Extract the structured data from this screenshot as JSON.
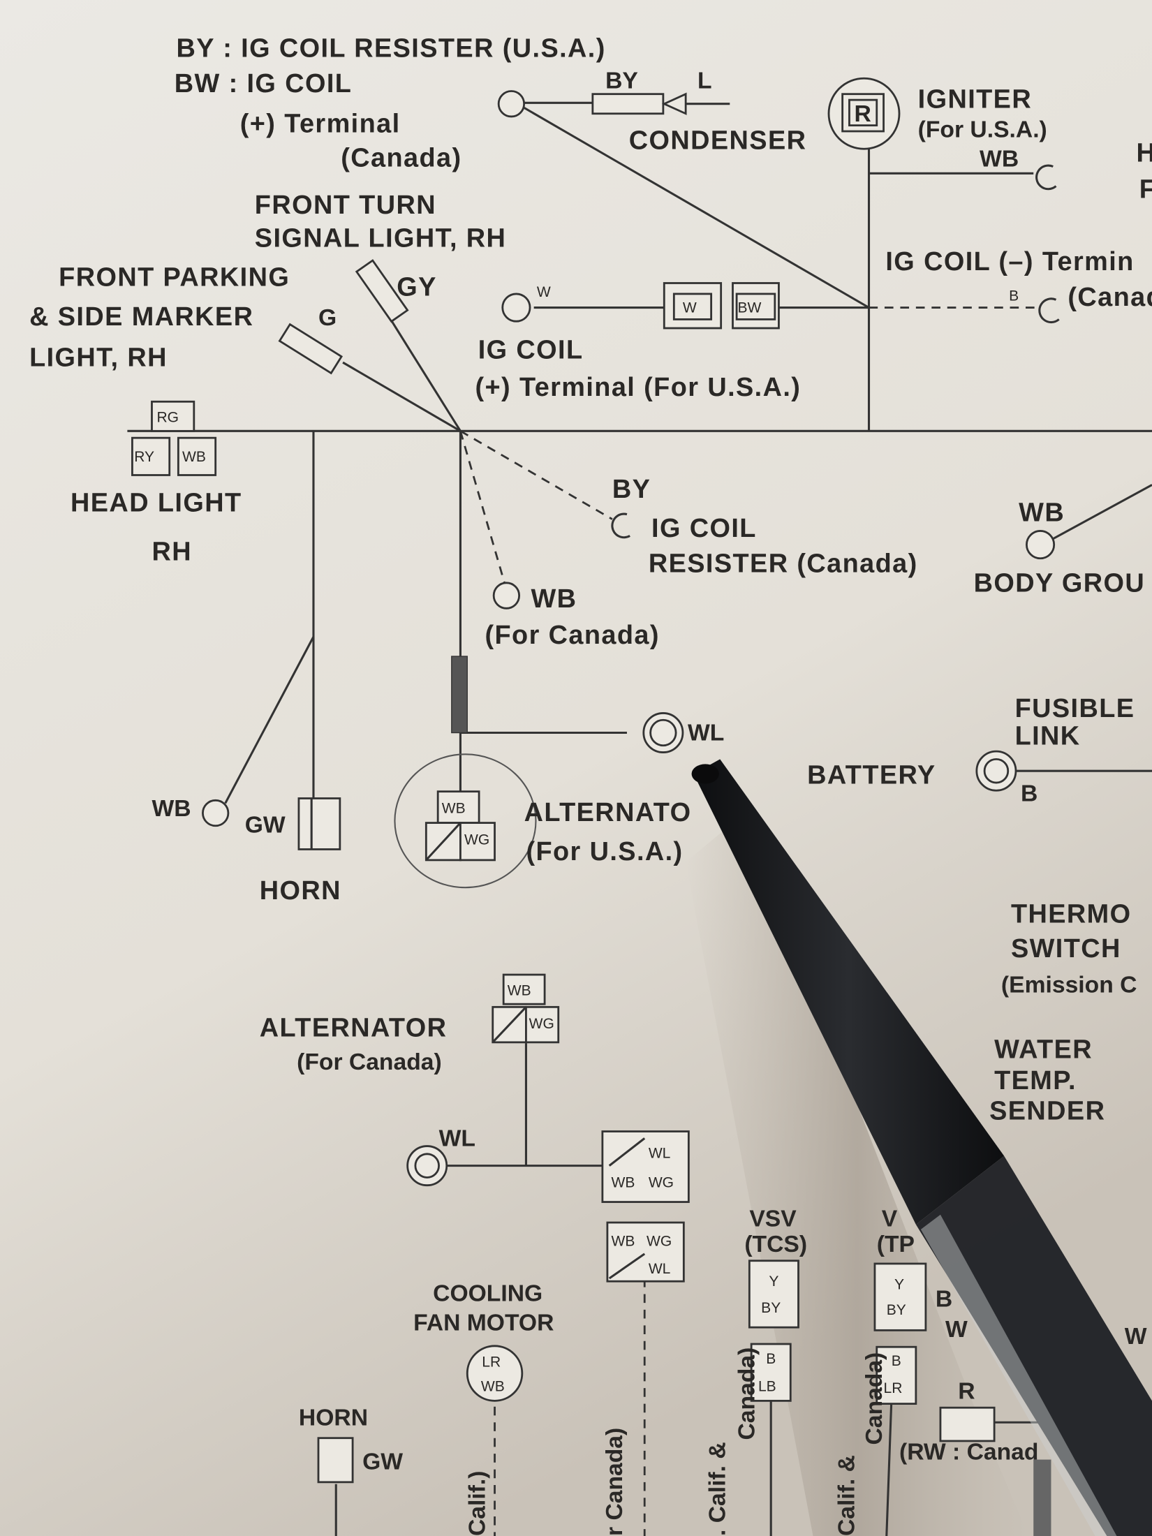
{
  "diagram": {
    "labels": {
      "by_resister_usa": "BY : IG COIL RESISTER (U.S.A.)",
      "bw_ig_coil": "BW : IG COIL",
      "plus_terminal": "(+) Terminal",
      "canada_paren": "(Canada)",
      "condenser": "CONDENSER",
      "by_top": "BY",
      "l_top": "L",
      "igniter": "IGNITER",
      "igniter_usa": "(For U.S.A.)",
      "wb_igniter": "WB",
      "r_igniter": "R",
      "front_turn_1": "FRONT TURN",
      "front_turn_2": "SIGNAL LIGHT, RH",
      "front_parking_1": "FRONT PARKING",
      "front_parking_2": "& SIDE MARKER",
      "front_parking_3": "LIGHT, RH",
      "gy": "GY",
      "g": "G",
      "w_coil": "W",
      "conn_w": "W",
      "conn_bw": "BW",
      "ig_coil": "IG COIL",
      "ig_coil_plus_usa": "(+) Terminal (For U.S.A.)",
      "ig_coil_minus": "IG COIL (–) Termin",
      "b_minus": "B",
      "canad": "(Canad",
      "rg": "RG",
      "ry": "RY",
      "wb_head": "WB",
      "head_light": "HEAD LIGHT",
      "rh": "RH",
      "by_mid": "BY",
      "ig_coil_resister": "IG COIL",
      "resister_canada": "RESISTER (Canada)",
      "wb_body": "WB",
      "body_ground": "BODY GROU",
      "wb_canada": "WB",
      "for_canada": "(For Canada)",
      "wl_term": "WL",
      "fusible_1": "FUSIBLE",
      "fusible_2": "LINK",
      "battery": "BATTERY",
      "b_batt": "B",
      "wb_horn": "WB",
      "gw_horn": "GW",
      "horn": "HORN",
      "alt_wb": "WB",
      "alt_wg": "WG",
      "alternator_usa": "ALTERNATO",
      "alternator_usa_2": "(For U.S.A.)",
      "thermo_1": "THERMO",
      "thermo_2": "SWITCH",
      "thermo_3": "(Emission C",
      "water_1": "WATER",
      "water_2": "TEMP.",
      "water_3": "SENDER",
      "alternator_canada": "ALTERNATOR",
      "alternator_canada_2": "(For Canada)",
      "alt2_wb": "WB",
      "alt2_wg": "WG",
      "wl_canada": "WL",
      "c1_wl": "WL",
      "c1_wb": "WB",
      "c1_wg": "WG",
      "c2_wb": "WB",
      "c2_wg": "WG",
      "c2_wl": "WL",
      "vsv_tcs_1": "VSV",
      "vsv_tcs_2": "(TCS)",
      "vsv_tp_1": "V",
      "vsv_tp_2": "(TP",
      "y1": "Y",
      "by1": "BY",
      "b1": "B",
      "lb1": "LB",
      "y2": "Y",
      "by2": "BY",
      "b2": "B",
      "lr2": "LR",
      "cooling_1": "COOLING",
      "cooling_2": "FAN MOTOR",
      "fan_lr": "LR",
      "fan_wb": "WB",
      "horn2": "HORN",
      "gw2": "GW",
      "calif_1": "Calif.)",
      "canada_v1": "r Canada)",
      "calif_2a": ". Calif. &",
      "calif_2b": "Canada)",
      "calif_3a": "Calif. &",
      "calif_3b": "Canada)",
      "r_relay": "R",
      "rw_canada": "(RW : Canad",
      "w_right": "W",
      "partial_b": "B",
      "partial_w": "W",
      "partial_h": "H",
      "partial_f": "F"
    }
  },
  "colors": {
    "paper": "#e8e5de",
    "ink": "#2a2826",
    "pen": "#151618"
  }
}
